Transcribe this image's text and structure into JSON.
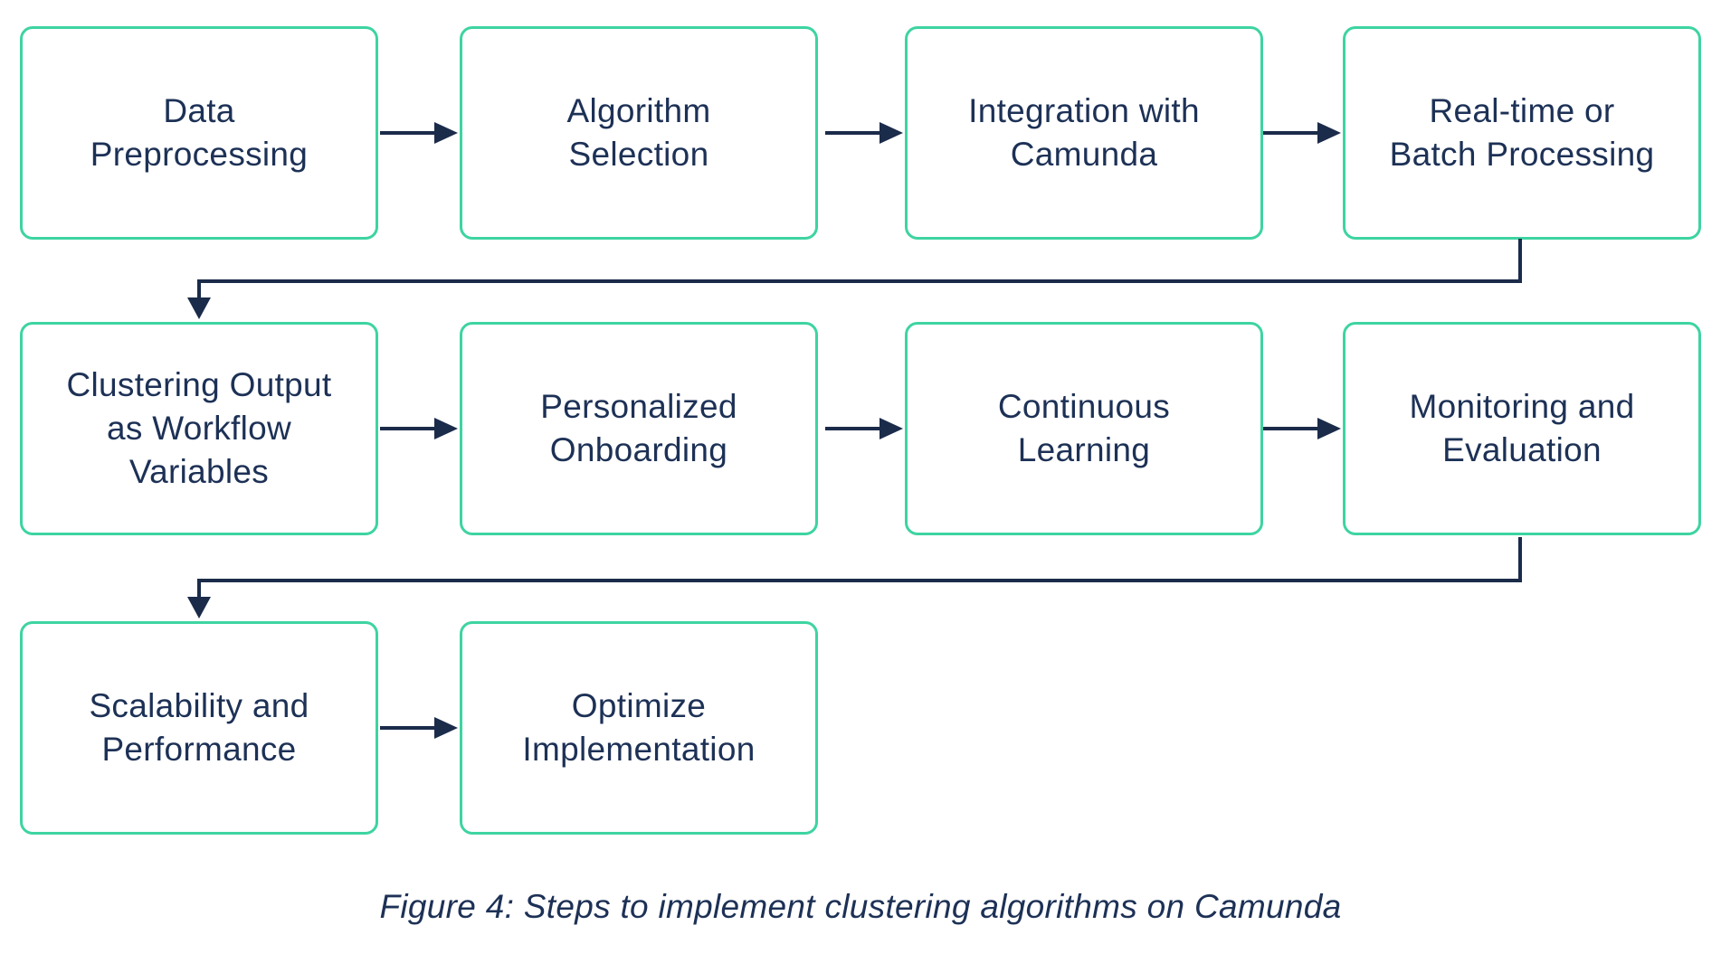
{
  "figure": {
    "caption": "Figure 4: Steps to implement clustering algorithms on Camunda"
  },
  "steps": [
    {
      "id": 1,
      "label": "Data\nPreprocessing"
    },
    {
      "id": 2,
      "label": "Algorithm\nSelection"
    },
    {
      "id": 3,
      "label": "Integration with\nCamunda"
    },
    {
      "id": 4,
      "label": "Real-time or\nBatch Processing"
    },
    {
      "id": 5,
      "label": "Clustering Output\nas Workflow\nVariables"
    },
    {
      "id": 6,
      "label": "Personalized\nOnboarding"
    },
    {
      "id": 7,
      "label": "Continuous\nLearning"
    },
    {
      "id": 8,
      "label": "Monitoring and\nEvaluation"
    },
    {
      "id": 9,
      "label": "Scalability and\nPerformance"
    },
    {
      "id": 10,
      "label": "Optimize\nImplementation"
    }
  ],
  "colors": {
    "box_border": "#3ed4a1",
    "text": "#1d3156",
    "arrow": "#1b2b4a",
    "background": "#ffffff"
  }
}
